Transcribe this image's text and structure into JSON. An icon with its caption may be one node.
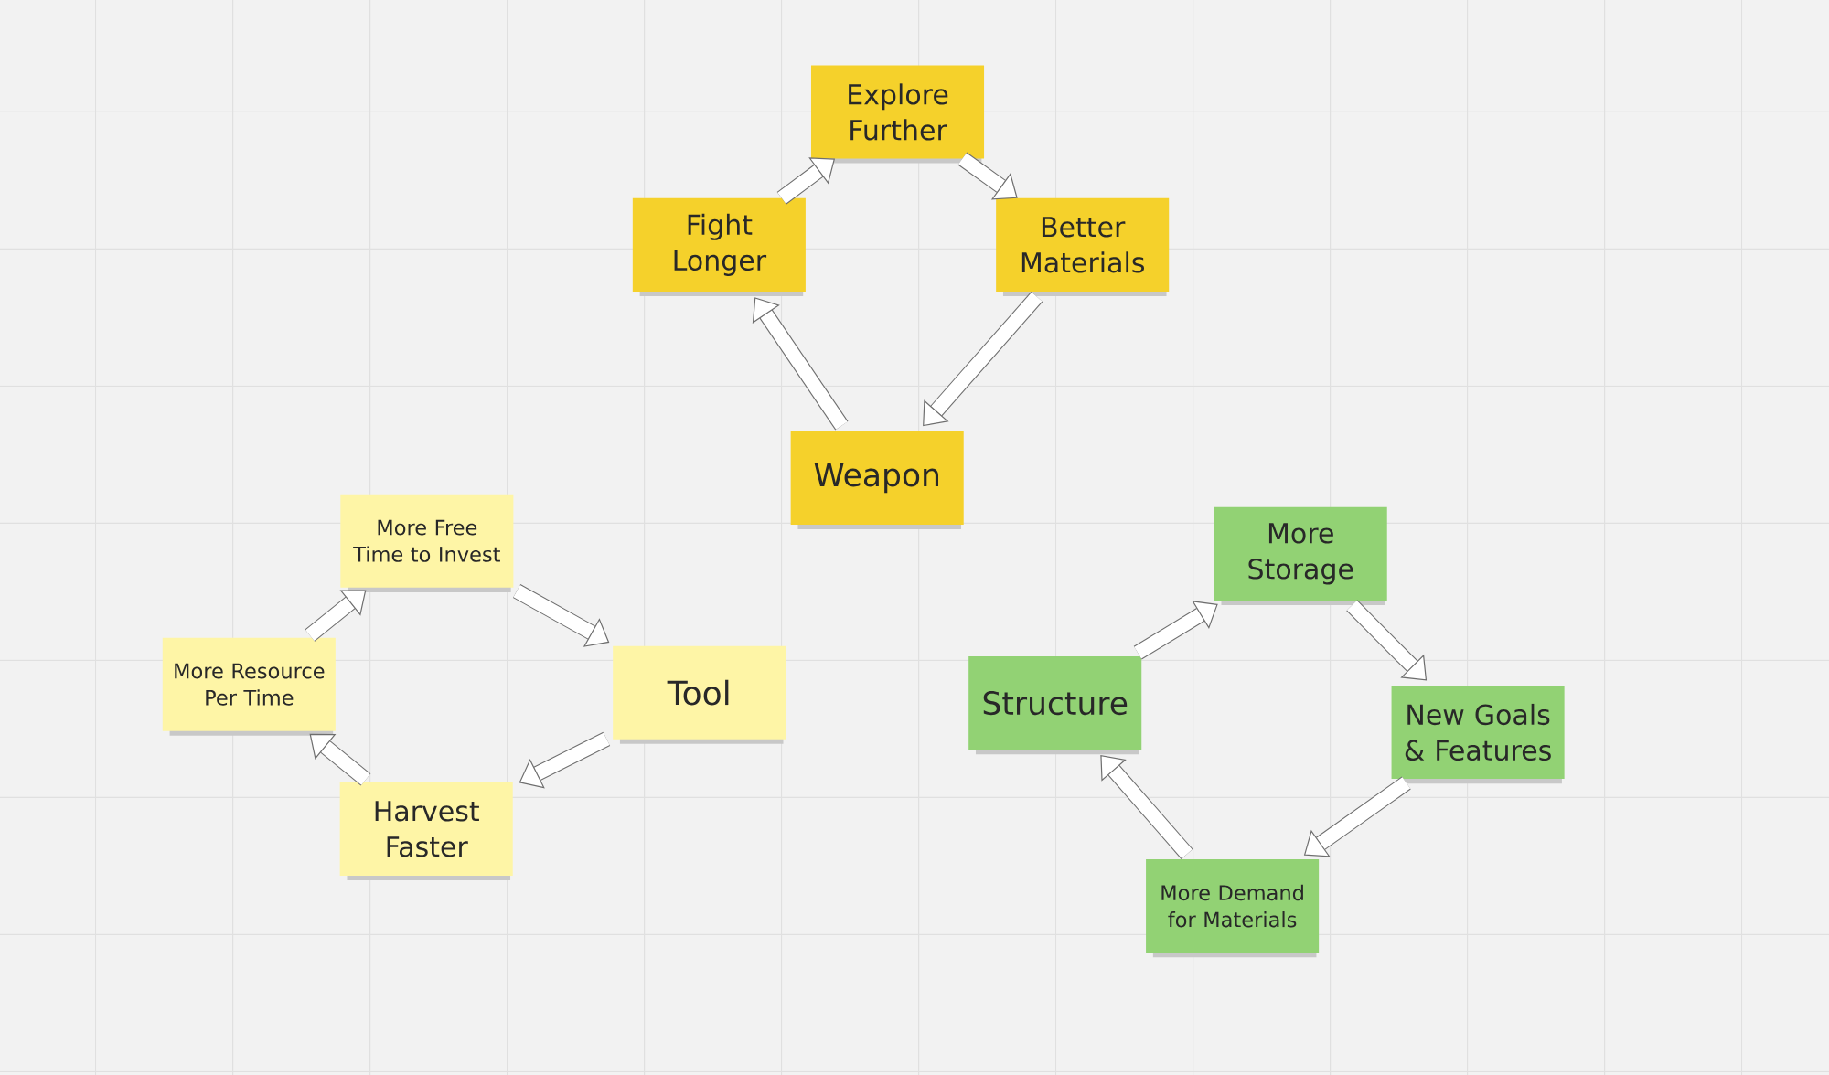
{
  "diagram": {
    "nodes": [
      {
        "text": [
          "Explore Further"
        ]
      },
      {
        "text": [
          "Fight Longer"
        ]
      },
      {
        "text": [
          "Better Materials"
        ]
      },
      {
        "text": [
          "Weapon"
        ]
      },
      {
        "text": [
          "More Free Time to Invest"
        ]
      },
      {
        "text": [
          "More Resource Per Time"
        ]
      },
      {
        "text": [
          "Tool"
        ]
      },
      {
        "text": [
          "Harvest Faster"
        ]
      },
      {
        "text": [
          "More Storage"
        ]
      },
      {
        "text": [
          "Structure"
        ]
      },
      {
        "text": [
          "New Goals & Features"
        ]
      },
      {
        "text": [
          "More Demand for Materials"
        ]
      }
    ],
    "edges": [
      {
        "from": 3,
        "to": 1,
        "arrow": "to"
      },
      {
        "from": 1,
        "to": 0,
        "arrow": "to"
      },
      {
        "from": 0,
        "to": 2,
        "arrow": "to"
      },
      {
        "from": 2,
        "to": 3,
        "arrow": "to"
      },
      {
        "from": 6,
        "to": 7,
        "arrow": "to"
      },
      {
        "from": 7,
        "to": 5,
        "arrow": "to"
      },
      {
        "from": 5,
        "to": 4,
        "arrow": "to"
      },
      {
        "from": 4,
        "to": 6,
        "arrow": "to"
      },
      {
        "from": 9,
        "to": 8,
        "arrow": "to"
      },
      {
        "from": 8,
        "to": 10,
        "arrow": "to"
      },
      {
        "from": 10,
        "to": 11,
        "arrow": "to"
      },
      {
        "from": 11,
        "to": 9,
        "arrow": "to"
      }
    ]
  }
}
